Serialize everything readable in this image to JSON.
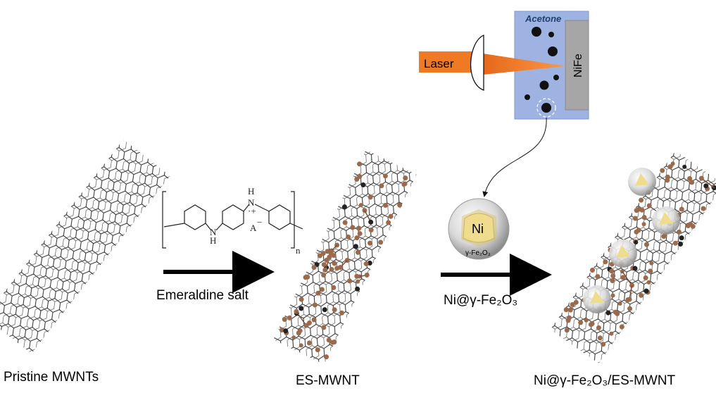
{
  "labels": {
    "pristine": "Pristine MWNTs",
    "es_mwnt": "ES-MWNT",
    "final": "Ni@γ-Fe₂O₃/ES-MWNT",
    "step1": "Emeraldine salt",
    "step2": "Ni@γ-Fe₂O₃"
  },
  "ablation": {
    "solvent": "Acetone",
    "laser": "Laser",
    "target": "NiFe"
  },
  "particle": {
    "core": "Ni",
    "shell": "γ-Fe₂O₃"
  },
  "structure": {
    "n1": "H",
    "n2": "N",
    "n3": "H",
    "n4": "N",
    "charge": "·+",
    "anion": "A",
    "anion_charge": "−",
    "repeat": "n"
  },
  "colors": {
    "box": "#9fb3e3",
    "laser": "#f07a24",
    "target": "#a6a6a6",
    "polymer": "#9b6a4c",
    "core": "#efdc8c"
  }
}
